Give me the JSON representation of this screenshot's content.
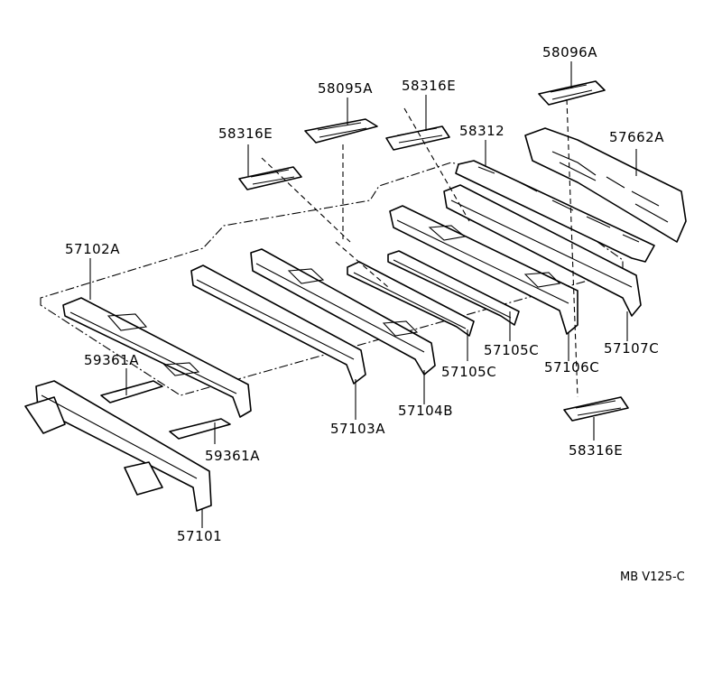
{
  "labels": {
    "p58096A": "58096A",
    "p58095A": "58095A",
    "p58316E_a": "58316E",
    "p58316E_b": "58316E",
    "p58312": "58312",
    "p57662A": "57662A",
    "p57102A": "57102A",
    "p59361A_a": "59361A",
    "p59361A_b": "59361A",
    "p57105C_a": "57105C",
    "p57105C_b": "57105C",
    "p57106C": "57106C",
    "p57107C": "57107C",
    "p57103A": "57103A",
    "p57104B": "57104B",
    "p58316E_c": "58316E",
    "p57101": "57101"
  },
  "ref_code": "MB V125-C"
}
